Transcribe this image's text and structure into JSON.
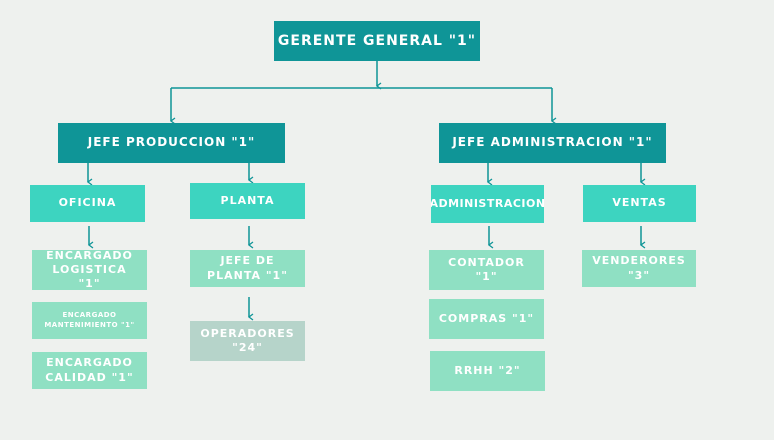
{
  "colors": {
    "background": "#eef1ee",
    "level1": "#0f9597",
    "level2": "#3dd4c0",
    "level3": "#8fe0c3",
    "level3_muted": "#b6d4ca",
    "connector": "#0f9597"
  },
  "root": {
    "label": "GERENTE GENERAL \"1\""
  },
  "branches": [
    {
      "label": "JEFE PRODUCCION \"1\"",
      "departments": [
        {
          "label": "OFICINA",
          "children": [
            "ENCARGADO LOGISTICA \"1\"",
            "ENCARGADO MANTENIMIENTO \"1\"",
            "ENCARGADO CALIDAD \"1\""
          ]
        },
        {
          "label": "PLANTA",
          "children": [
            "JEFE DE PLANTA  \"1\"",
            "OPERADORES \"24\""
          ]
        }
      ]
    },
    {
      "label": "JEFE ADMINISTRACION \"1\"",
      "departments": [
        {
          "label": "ADMINISTRACION",
          "children": [
            "CONTADOR \"1\"",
            "COMPRAS \"1\"",
            "RRHH \"2\""
          ]
        },
        {
          "label": "VENTAS",
          "children": [
            "VENDERORES \"3\""
          ]
        }
      ]
    }
  ]
}
